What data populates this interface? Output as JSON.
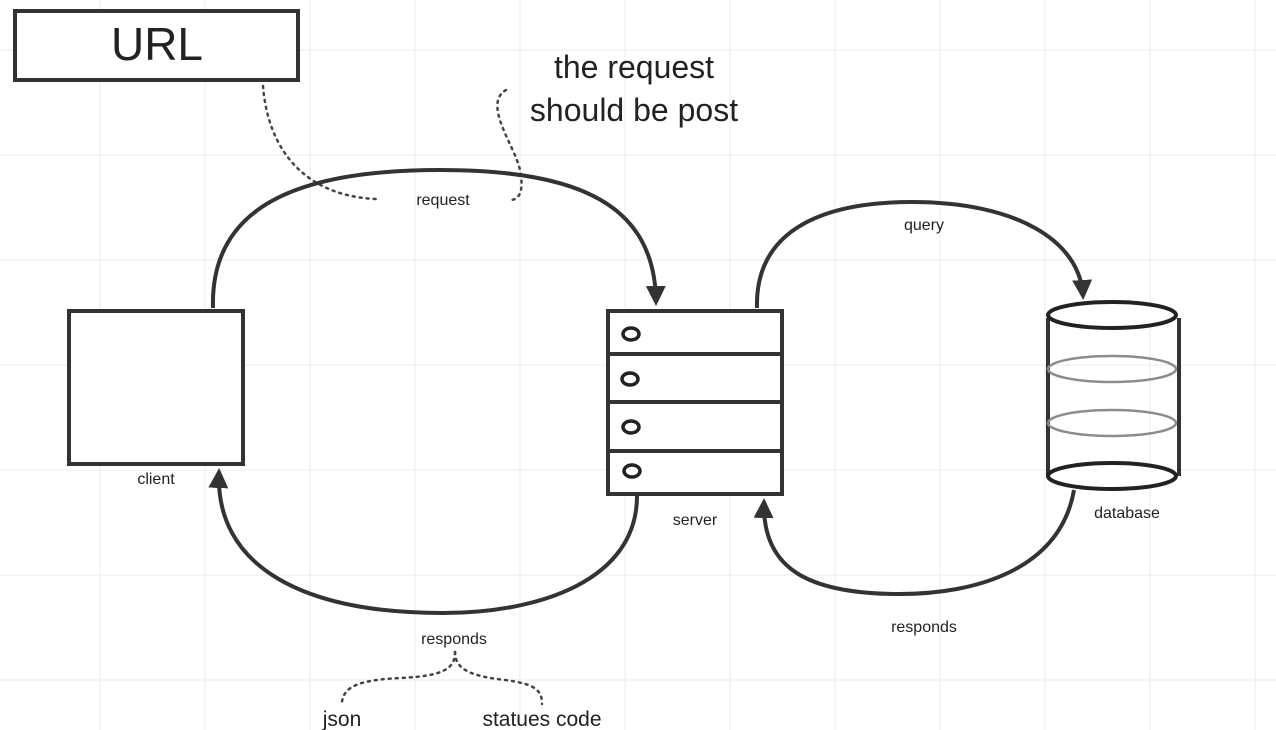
{
  "colors": {
    "background": "#ffffff",
    "grid": "#ebebeb",
    "stroke": "#333333",
    "dotted": "#444444",
    "db_inner_ring": "#8c8c8c",
    "text": "#222222"
  },
  "diagram": {
    "url_box": {
      "label": "URL"
    },
    "note": {
      "line1": "the request",
      "line2": "should be post"
    },
    "client": {
      "label": "client"
    },
    "server": {
      "label": "server",
      "slot_count": 4
    },
    "database": {
      "label": "database"
    },
    "edges": {
      "client_to_server": {
        "label": "request"
      },
      "server_to_client": {
        "label": "responds"
      },
      "server_to_database": {
        "label": "query"
      },
      "database_to_server": {
        "label": "responds"
      }
    },
    "response_contents": {
      "json": "json",
      "status": "statues code"
    }
  }
}
